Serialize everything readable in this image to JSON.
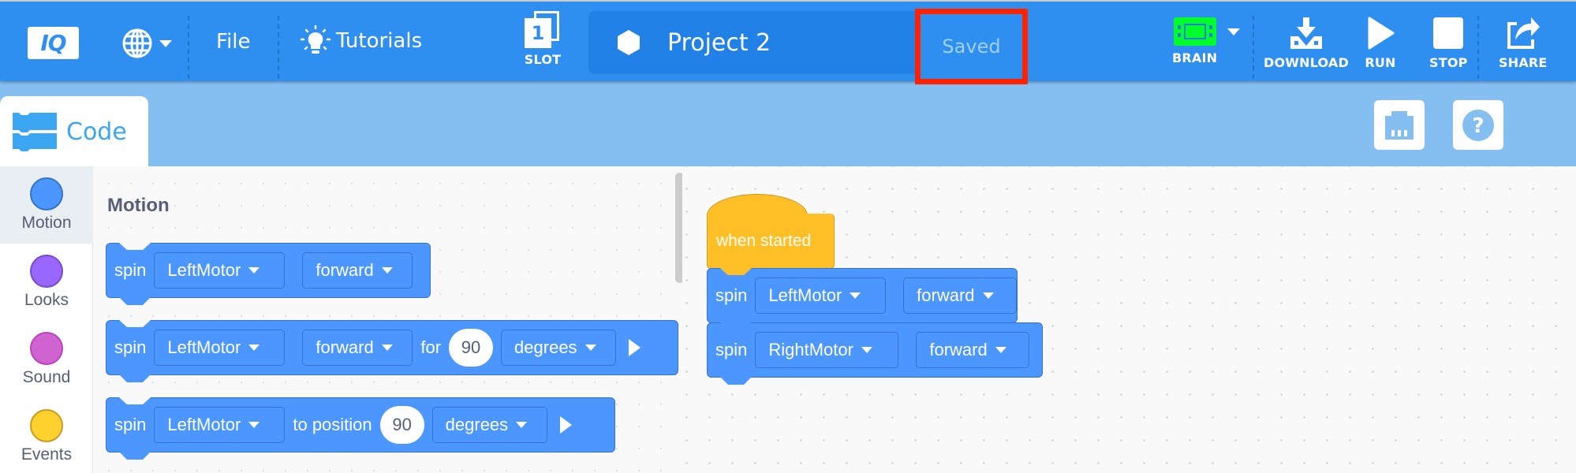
{
  "menubar": {
    "logo_text": "IQ",
    "language_icon": "globe-icon",
    "file_label": "File",
    "tutorials_label": "Tutorials",
    "slot": {
      "number": "1",
      "label": "SLOT"
    },
    "project_name": "Project 2",
    "save_status": "Saved",
    "brain_label": "BRAIN",
    "download_label": "DOWNLOAD",
    "run_label": "RUN",
    "stop_label": "STOP",
    "share_label": "SHARE",
    "colors": {
      "bar": "#2f8ff0",
      "project_pill": "#2181e6",
      "brain_connected": "#00ff2a",
      "highlight_box": "#ff2200"
    }
  },
  "tabs": {
    "code_label": "Code"
  },
  "toolbar_right": {
    "port_icon": "device-port-icon",
    "help_icon": "help-icon"
  },
  "categories": [
    {
      "label": "Motion",
      "color": "#4c97ff",
      "active": true
    },
    {
      "label": "Looks",
      "color": "#9966ff",
      "active": false
    },
    {
      "label": "Sound",
      "color": "#cf63cf",
      "active": false
    },
    {
      "label": "Events",
      "color": "#ffd22e",
      "active": false
    }
  ],
  "palette": {
    "title": "Motion",
    "blocks": [
      {
        "verb": "spin",
        "motor": "LeftMotor",
        "direction": "forward"
      },
      {
        "verb": "spin",
        "motor": "LeftMotor",
        "direction": "forward",
        "for_label": "for",
        "amount": "90",
        "unit": "degrees"
      },
      {
        "verb": "spin",
        "motor": "LeftMotor",
        "position_label": "to position",
        "amount": "90",
        "unit": "degrees"
      }
    ]
  },
  "workspace": {
    "hat_label": "when started",
    "stack": [
      {
        "verb": "spin",
        "motor": "LeftMotor",
        "direction": "forward"
      },
      {
        "verb": "spin",
        "motor": "RightMotor",
        "direction": "forward"
      }
    ]
  }
}
